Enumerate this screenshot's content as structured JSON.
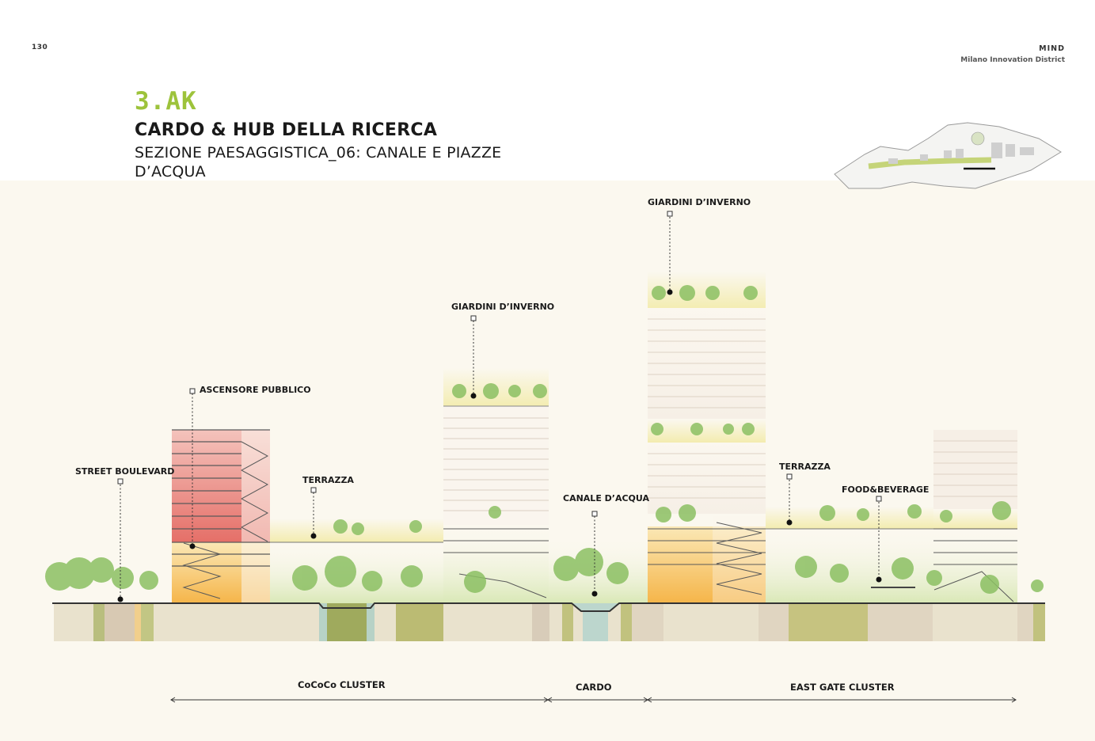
{
  "header": {
    "page_number": "130",
    "brand_title": "MIND",
    "brand_subtitle": "Milano Innovation District"
  },
  "section": {
    "code": "3.AK",
    "title": "CARDO & HUB DELLA RICERCA",
    "subtitle": "SEZIONE PAESAGGISTICA_06: CANALE E PIAZZE D’ACQUA"
  },
  "labels": {
    "street_boulevard": "STREET BOULEVARD",
    "ascensore_pubblico": "ASCENSORE PUBBLICO",
    "terrazza_1": "TERRAZZA",
    "giardini_1": "GIARDINI D’INVERNO",
    "canale": "CANALE D’ACQUA",
    "giardini_2": "GIARDINI D’INVERNO",
    "terrazza_2": "TERRAZZA",
    "food_beverage": "FOOD&BEVERAGE"
  },
  "clusters": {
    "cococo": "CoCoCo  CLUSTER",
    "cardo": "CARDO",
    "east_gate": "EAST GATE  CLUSTER"
  },
  "colors": {
    "accent_green": "#9dc33b",
    "background": "#fbf8ef",
    "building_red": "#e9817a",
    "building_orange": "#f6c05c",
    "tree_green": "#8cc063",
    "ground": "#e9e2cd"
  }
}
